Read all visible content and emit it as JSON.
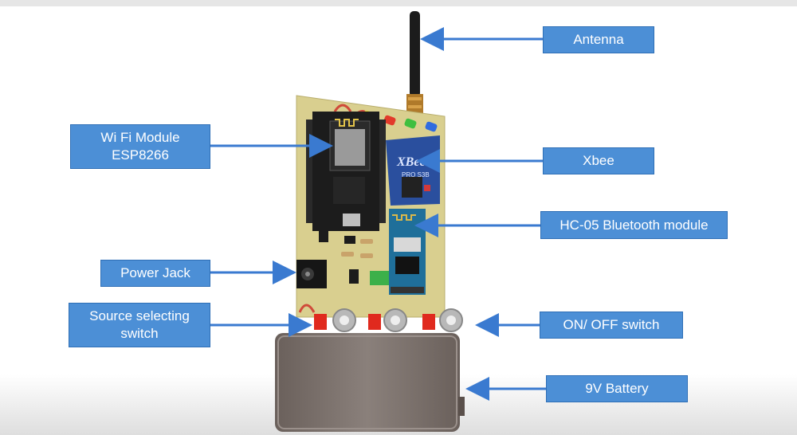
{
  "labels": {
    "antenna": "Antenna",
    "wifi": "Wi Fi Module\nESP8266",
    "xbee": "Xbee",
    "bluetooth": "HC-05 Bluetooth module",
    "power_jack": "Power Jack",
    "source_switch": "Source selecting\nswitch",
    "on_off": "ON/ OFF switch",
    "battery": "9V Battery"
  },
  "xbee_board_text": "XBee",
  "xbee_board_subtext": "PRO S3B",
  "colors": {
    "label_fill": "#4c8fd6",
    "arrow": "#3a7ad0",
    "pcb": "#d9cf8f",
    "module_blue": "#2a4f9e",
    "battery": "#7a6f6a",
    "switch_red": "#e02a1e"
  }
}
